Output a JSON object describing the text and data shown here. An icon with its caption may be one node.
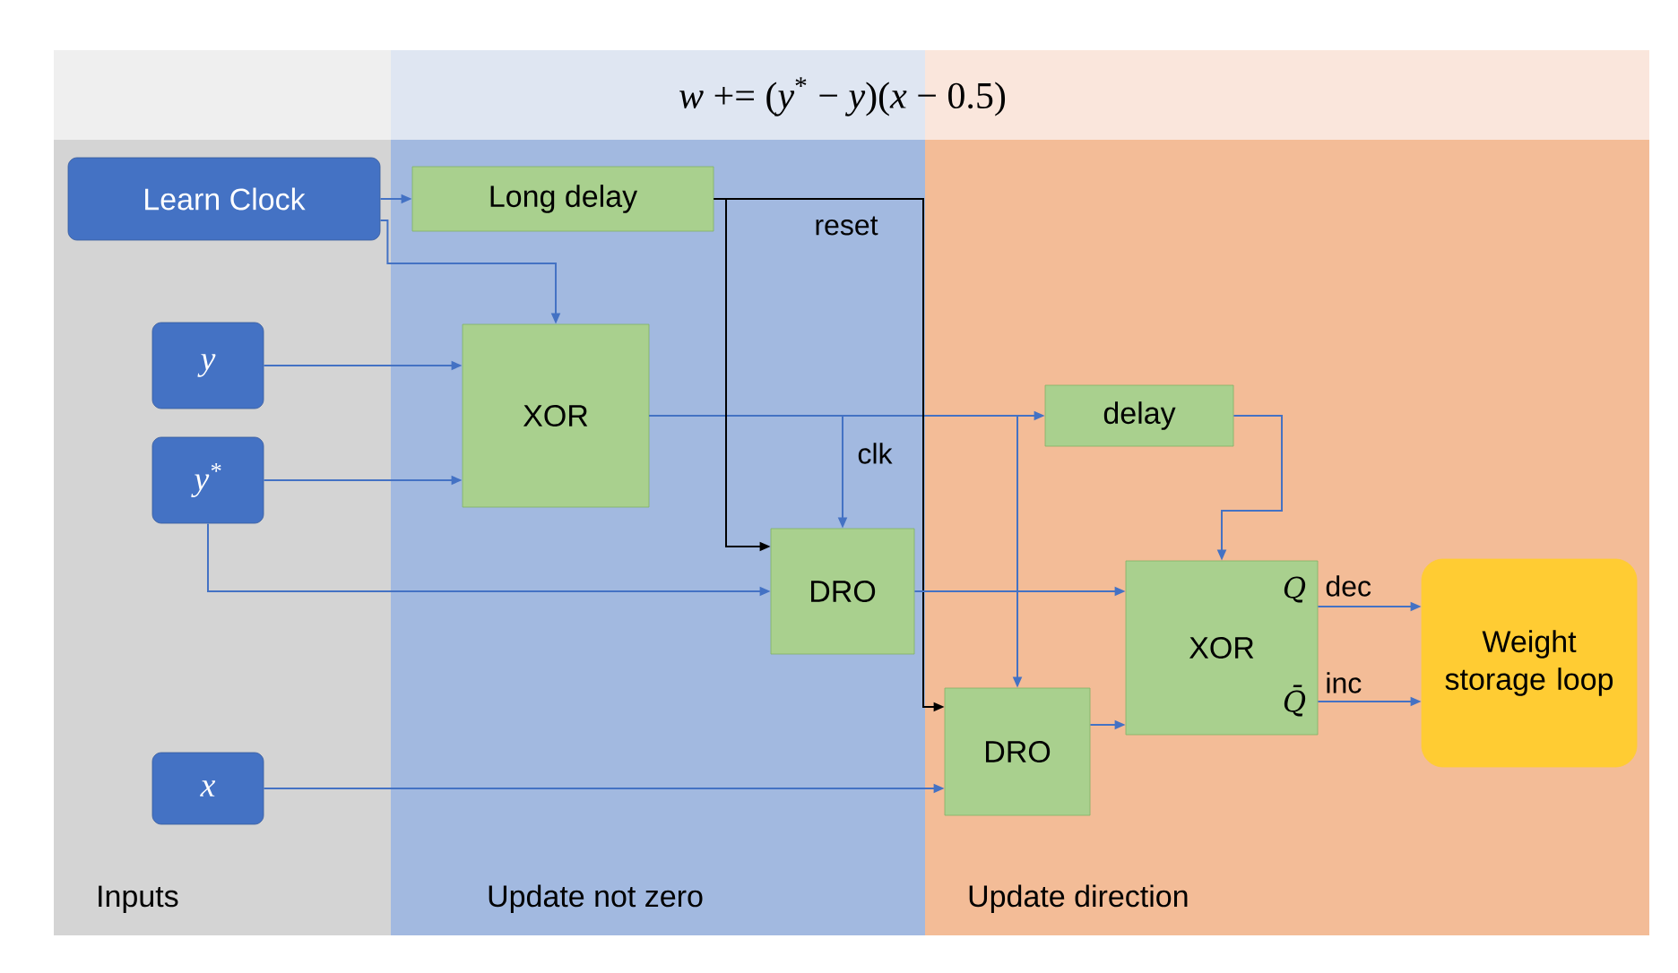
{
  "diagram": {
    "title": "*w* += (*y*$^{*}$ − *y*)(*x* − 0.5)",
    "nodes": [
      {
        "text": [
          "Inputs"
        ]
      },
      {
        "text": [
          "Update not zero"
        ]
      },
      {
        "text": [
          "Update direction"
        ]
      },
      {
        "text": [
          "Learn Clock"
        ],
        "in": 0
      },
      {
        "text": [
          "y"
        ],
        "in": 0
      },
      {
        "text": [
          "y$^{*}$"
        ],
        "in": 0
      },
      {
        "text": [
          "x"
        ],
        "in": 0
      },
      {
        "text": [
          "Long delay"
        ],
        "in": 1
      },
      {
        "text": [
          "XOR"
        ],
        "in": 1
      },
      {
        "text": [
          "DRO"
        ],
        "in": 1
      },
      {
        "text": [
          "delay"
        ],
        "in": 2
      },
      {
        "text": [
          "XOR",
          "Q",
          "Q̄"
        ],
        "in": 2
      },
      {
        "text": [
          "DRO"
        ],
        "in": 2
      },
      {
        "text": [
          "Weight storage loop"
        ],
        "in": 2
      }
    ],
    "edges": [
      {
        "from": 3,
        "to": 7,
        "arrow": "to"
      },
      {
        "from": 3,
        "to": 8,
        "arrow": "to"
      },
      {
        "from": 4,
        "to": 8,
        "arrow": "to"
      },
      {
        "from": 5,
        "to": 8,
        "arrow": "to"
      },
      {
        "from": 5,
        "to": 9,
        "arrow": "to"
      },
      {
        "from": 8,
        "to": 9,
        "arrow": "to",
        "label": "clk"
      },
      {
        "from": 8,
        "to": 10,
        "arrow": "to"
      },
      {
        "from": 8,
        "to": 12,
        "arrow": "to"
      },
      {
        "from": 7,
        "to": 9,
        "arrow": "to",
        "color": "#000000"
      },
      {
        "from": 7,
        "to": 12,
        "arrow": "to",
        "color": "#000000",
        "label": "reset"
      },
      {
        "from": 10,
        "to": 11,
        "arrow": "to"
      },
      {
        "from": 9,
        "to": 11,
        "arrow": "to"
      },
      {
        "from": 12,
        "to": 11,
        "arrow": "to"
      },
      {
        "from": 6,
        "to": 12,
        "arrow": "to"
      },
      {
        "from": 11,
        "to": 13,
        "arrow": "to",
        "label": "dec"
      },
      {
        "from": 11,
        "to": 13,
        "arrow": "to",
        "label": "inc"
      }
    ]
  }
}
